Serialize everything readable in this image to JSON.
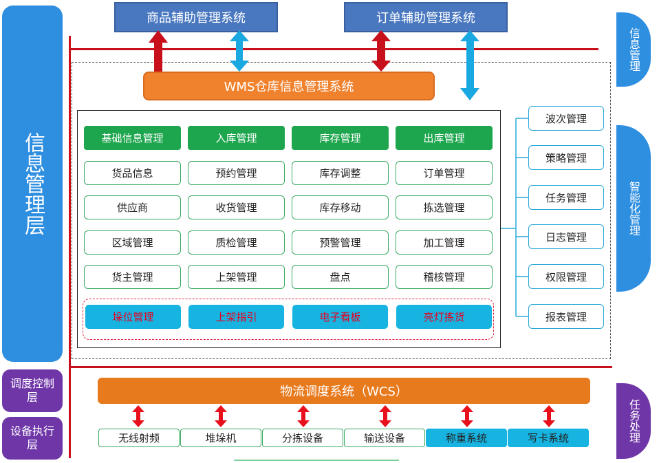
{
  "left_layers": {
    "info_layer": "信息管理层",
    "dispatch_layer": "调度控制层",
    "device_layer": "设备执行层"
  },
  "right_labels": {
    "info_mgmt": "信息管理",
    "smart_mgmt": "智能化管理",
    "task_proc": "任务处理"
  },
  "top_systems": {
    "goods": "商品辅助管理系统",
    "order": "订单辅助管理系统"
  },
  "wms_title": "WMS仓库信息管理系统",
  "wms_grid": {
    "columns": [
      {
        "header": "基础信息管理",
        "items": [
          "货品信息",
          "供应商",
          "区域管理",
          "货主管理"
        ],
        "highlight": "垛位管理"
      },
      {
        "header": "入库管理",
        "items": [
          "预约管理",
          "收货管理",
          "质检管理",
          "上架管理"
        ],
        "highlight": "上架指引"
      },
      {
        "header": "库存管理",
        "items": [
          "库存调整",
          "库存移动",
          "预警管理",
          "盘点"
        ],
        "highlight": "电子看板"
      },
      {
        "header": "出库管理",
        "items": [
          "订单管理",
          "拣选管理",
          "加工管理",
          "稽核管理"
        ],
        "highlight": "亮灯拣货"
      }
    ]
  },
  "smart_modules": [
    "波次管理",
    "策略管理",
    "任务管理",
    "日志管理",
    "权限管理",
    "报表管理"
  ],
  "wcs_title": "物流调度系统（WCS）",
  "devices": [
    {
      "label": "无线射频",
      "highlight": false
    },
    {
      "label": "堆垛机",
      "highlight": false
    },
    {
      "label": "分拣设备",
      "highlight": false
    },
    {
      "label": "输送设备",
      "highlight": false
    },
    {
      "label": "称重系统",
      "highlight": true
    },
    {
      "label": "写卡系统",
      "highlight": true
    }
  ],
  "colors": {
    "layer_blue": "#2e8ee0",
    "layer_purple": "#6f36a8",
    "red_line": "#c8101c",
    "green": "#1ea64e",
    "cyan": "#17b4e2",
    "orange": "#f0822e"
  }
}
